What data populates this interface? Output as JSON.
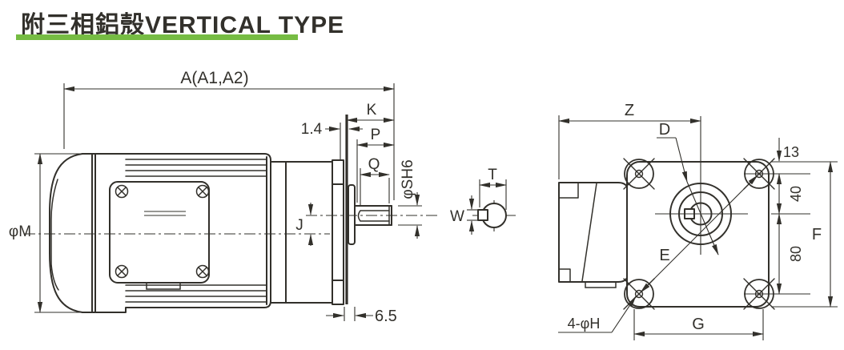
{
  "title": "附三相鋁殼VERTICAL TYPE",
  "colors": {
    "accent": "#76BC43",
    "ink": "#32302B"
  },
  "side_view": {
    "dims": {
      "overall": "A(A1,A2)",
      "plate_gap": "1.4",
      "k": "K",
      "p": "P",
      "q": "Q",
      "shaft_diameter": "φSH6",
      "axis_offset": "J",
      "motor_diameter": "φM",
      "flange_thickness": "6.5"
    }
  },
  "key_section_view": {
    "dims": {
      "t": "T",
      "w": "W"
    }
  },
  "front_view": {
    "dims": {
      "z": "Z",
      "bore": "D",
      "edge_to_hole": "13",
      "hole_to_center": "40",
      "center_to_hole": "80",
      "f": "F",
      "e": "E",
      "g": "G",
      "holes": "4-φH"
    }
  }
}
